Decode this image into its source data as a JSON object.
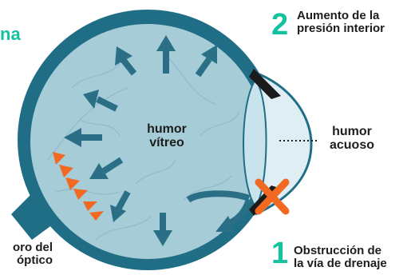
{
  "colors": {
    "accent": "#15c2a0",
    "eye_outer": "#1f6e86",
    "vitreous": "#a6ccd8",
    "cornea": "#dfeef4",
    "arrow": "#2a6f86",
    "optic_marks": "#f26a22",
    "block_x": "#f26a22",
    "text": "#1d1d1b"
  },
  "partial_title": "na",
  "labels": {
    "vitreous": [
      "humor",
      "vítreo"
    ],
    "aqueous": [
      "humor",
      "acuoso"
    ],
    "optic_partial": [
      "oro del",
      "óptico"
    ]
  },
  "steps": [
    {
      "number": "2",
      "text": [
        "Aumento de la",
        "presión interior"
      ]
    },
    {
      "number": "1",
      "text": [
        "Obstrucción de",
        "la vía de drenaje"
      ]
    }
  ],
  "icons": {
    "blockage": "x-mark-icon",
    "pressure": "arrow-icon"
  }
}
